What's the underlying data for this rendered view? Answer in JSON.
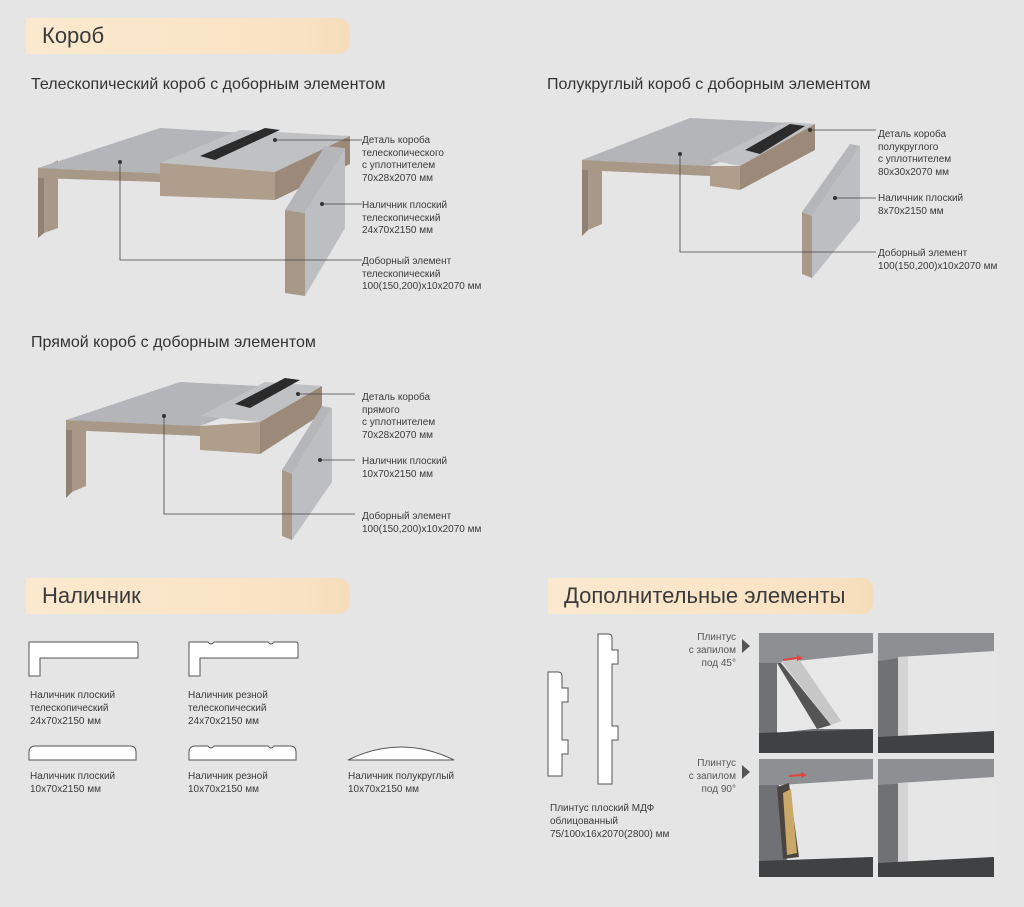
{
  "sections": {
    "korob": "Короб",
    "nalichnik": "Наличник",
    "dop": "Дополнительные элементы"
  },
  "telescopic": {
    "title": "Телескопический короб с доборным элементом",
    "label1": "Деталь короба\nтелескопического\nс уплотнителем\n70x28x2070 мм",
    "label2": "Наличник плоский\nтелескопический\n24x70x2150 мм",
    "label3": "Доборный элемент\nтелескопический\n100(150,200)x10x2070 мм"
  },
  "semicircle": {
    "title": "Полукруглый короб с доборным элементом",
    "label1": "Деталь короба\nполукруглого\nс уплотнителем\n80x30x2070 мм",
    "label2": "Наличник плоский\n8x70x2150 мм",
    "label3": "Доборный элемент\n100(150,200)x10x2070 мм"
  },
  "straight": {
    "title": "Прямой короб с доборным элементом",
    "label1": "Деталь короба\nпрямого\nс уплотнителем\n70x28x2070 мм",
    "label2": "Наличник плоский\n10x70x2150 мм",
    "label3": "Доборный элемент\n100(150,200)x10x2070 мм"
  },
  "casings": {
    "item1": "Наличник плоский\nтелескопический\n24x70x2150 мм",
    "item2": "Наличник резной\nтелескопический\n24x70x2150 мм",
    "item3": "Наличник плоский\n10x70x2150 мм",
    "item4": "Наличник резной\n10x70x2150 мм",
    "item5": "Наличник полукруглый\n10x70x2150 мм"
  },
  "extras": {
    "plinth_caption": "Плинтус плоский МДФ\nоблицованный\n75/100x16x2070(2800) мм",
    "cut45": "Плинтус\nс запилом\nпод 45°",
    "cut90": "Плинтус\nс запилом\nпод 90°"
  },
  "colors": {
    "background": "#e5e5e6",
    "tab": "#f8e2c3",
    "panel_face": "#b4b5b8",
    "mdf_edge": "#a89888",
    "seal": "#2b2b2b",
    "arrow": "#e8433a"
  }
}
